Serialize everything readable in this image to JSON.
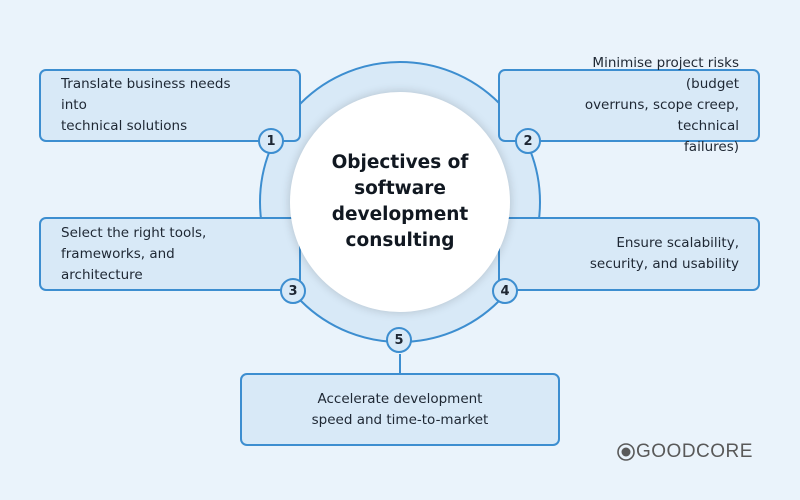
{
  "title": "Objectives of software development consulting",
  "objectives": [
    {
      "number": "1",
      "lines": [
        "Translate business needs into",
        "technical solutions"
      ]
    },
    {
      "number": "2",
      "lines": [
        "Minimise project risks (budget",
        "overruns, scope creep, technical",
        "failures)"
      ]
    },
    {
      "number": "3",
      "lines": [
        "Select the right tools,",
        "frameworks, and",
        "architecture"
      ]
    },
    {
      "number": "4",
      "lines": [
        "Ensure scalability,",
        "security, and usability"
      ]
    },
    {
      "number": "5",
      "lines": [
        "Accelerate development",
        "speed and time-to-market"
      ]
    }
  ],
  "logo": {
    "text": "GOODCORE"
  },
  "colors": {
    "background": "#eaf3fb",
    "accent": "#3d8ed0",
    "box_fill": "#d8e9f7",
    "text": "#1e2733"
  }
}
